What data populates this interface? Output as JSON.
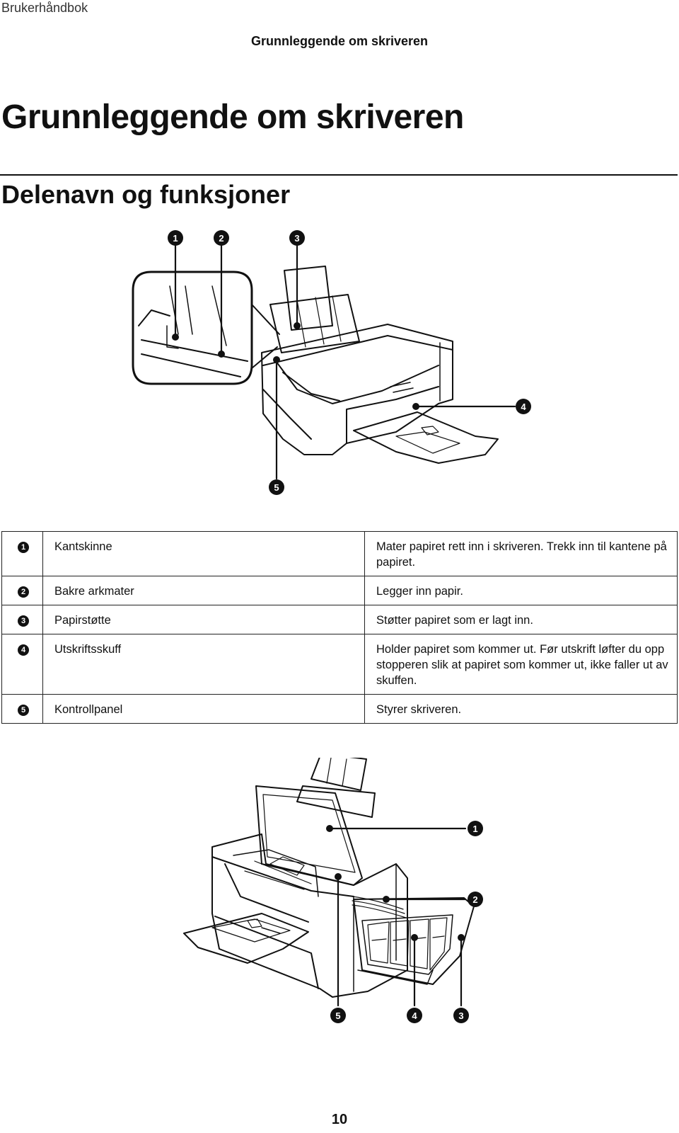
{
  "header": {
    "manual_title": "Brukerhåndbok",
    "section_title": "Grunnleggende om skriveren"
  },
  "page_heading": "Grunnleggende om skriveren",
  "subheading": "Delenavn og funksjoner",
  "figure1": {
    "callouts": [
      "1",
      "2",
      "3",
      "4",
      "5"
    ]
  },
  "parts_table": [
    {
      "num": "1",
      "name": "Kantskinne",
      "description": "Mater papiret rett inn i skriveren. Trekk inn til kantene på papiret."
    },
    {
      "num": "2",
      "name": "Bakre arkmater",
      "description": "Legger inn papir."
    },
    {
      "num": "3",
      "name": "Papirstøtte",
      "description": "Støtter papiret som er lagt inn."
    },
    {
      "num": "4",
      "name": "Utskriftsskuff",
      "description": "Holder papiret som kommer ut. Før utskrift løfter du opp stopperen slik at papiret som kommer ut, ikke faller ut av skuffen."
    },
    {
      "num": "5",
      "name": "Kontrollpanel",
      "description": "Styrer skriveren."
    }
  ],
  "figure2": {
    "callouts": [
      "1",
      "2",
      "5",
      "4",
      "3"
    ]
  },
  "page_number": "10"
}
